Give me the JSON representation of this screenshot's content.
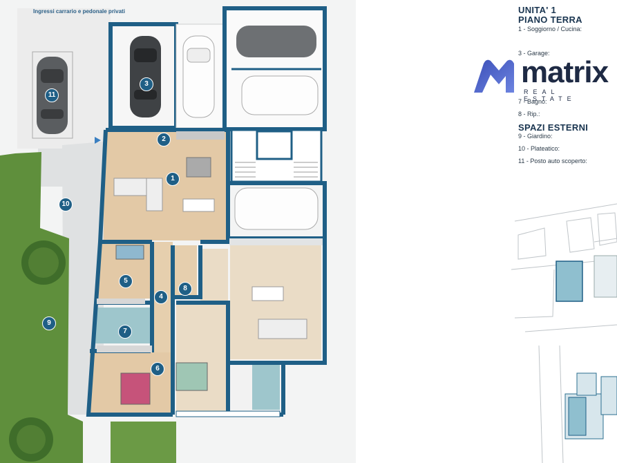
{
  "plan": {
    "access_label": "Ingressi carrario e pedonale privati",
    "room_numbers": [
      "1",
      "2",
      "3",
      "4",
      "5",
      "6",
      "7",
      "8",
      "9",
      "10",
      "11"
    ]
  },
  "legend": {
    "title1": "UNITA' 1",
    "title2": "PIANO TERRA",
    "items": [
      "1 - Soggiorno / Cucina:",
      "3 - Garage:",
      "7 - Bagno:",
      "8 - Rip.:"
    ],
    "heading_outdoor": "SPAZI ESTERNI",
    "outdoor_items": [
      "9 - Giardino:",
      "10 - Plateatico:",
      "11 - Posto auto scoperto:"
    ]
  },
  "logo": {
    "brand": "matrix",
    "tagline": "REAL ESTATE"
  },
  "colors": {
    "wall": "#1f5f86",
    "floor": "#e3c9a6",
    "grass": "#5f8f3c",
    "paving": "#e2e4e5",
    "accent": "#3a7fc1"
  }
}
